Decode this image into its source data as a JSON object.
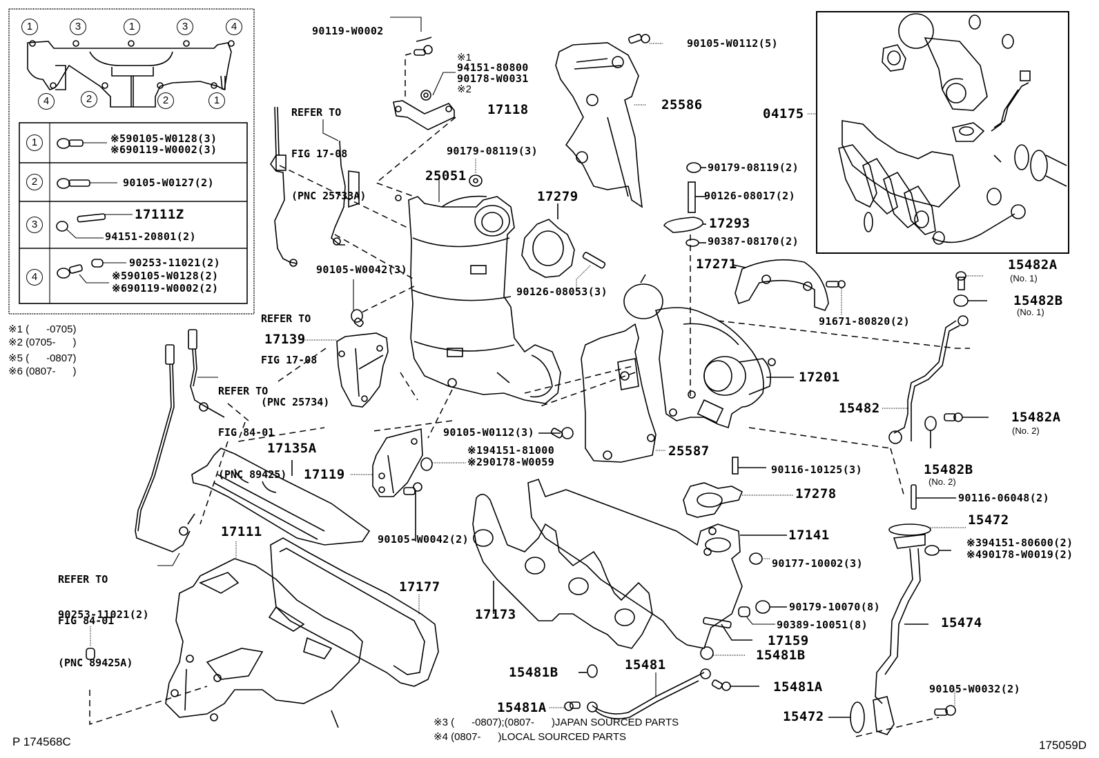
{
  "diagram": {
    "type": "exploded-parts-diagram",
    "subject": "Exhaust manifold, turbocharger and catalytic converter assembly",
    "figure_codes": {
      "left": "P 174568C",
      "right": "175059D"
    }
  },
  "inset": {
    "bolt_position_markers_top": [
      "1",
      "3",
      "1",
      "3",
      "4"
    ],
    "bolt_position_markers_bottom": [
      "4",
      "2",
      "2",
      "1"
    ],
    "table": [
      {
        "key": "1",
        "parts": [
          "※590105-W0128(3)",
          "※690119-W0002(3)"
        ]
      },
      {
        "key": "2",
        "parts": [
          "90105-W0127(2)"
        ]
      },
      {
        "key": "3",
        "parts": [
          "17111Z",
          "94151-20801(2)"
        ]
      },
      {
        "key": "4",
        "parts": [
          "90253-11021(2)",
          "※590105-W0128(2)",
          "※690119-W0002(2)"
        ]
      }
    ]
  },
  "footnotes_left": [
    "※1 (      -0705)",
    "※2 (0705-      )",
    "※5 (      -0807)",
    "※6 (0807-      )"
  ],
  "footnotes_bottom": [
    "※3 (      -0807);(0807-      )JAPAN SOURCED PARTS",
    "※4 (0807-      )LOCAL SOURCED PARTS"
  ],
  "references": [
    {
      "id": "ref-25733a",
      "lines": [
        "REFER TO",
        "FIG 17-08",
        "(PNC 25733A)"
      ]
    },
    {
      "id": "ref-25734",
      "lines": [
        "REFER TO",
        "FIG 17-08",
        "(PNC 25734)"
      ]
    },
    {
      "id": "ref-89425",
      "lines": [
        "REFER TO",
        "FIG 84-01",
        "(PNC 89425)"
      ]
    },
    {
      "id": "ref-89425a",
      "lines": [
        "REFER TO",
        "FIG 84-01",
        "(PNC 89425A)"
      ]
    }
  ],
  "parts": {
    "p90119_w0002": "90119-W0002",
    "p1_note": "※1",
    "p94151_80800": "94151-80800",
    "p90178_w0031": "90178-W0031",
    "p2_note": "※2",
    "p17118": "17118",
    "p90179_08119_3": "90179-08119(3)",
    "p25051": "25051",
    "p17279": "17279",
    "p90105_w0112_5": "90105-W0112(5)",
    "p25586": "25586",
    "p04175": "04175",
    "p90179_08119_2": "90179-08119(2)",
    "p90126_08017_2": "90126-08017(2)",
    "p17293": "17293",
    "p90387_08170_2": "90387-08170(2)",
    "p17271": "17271",
    "p91671_80820_2": "91671-80820(2)",
    "p15482a_1": "15482A",
    "p15482a_1_sub": "(No. 1)",
    "p15482b_1": "15482B",
    "p15482b_1_sub": "(No. 1)",
    "p90105_w0042_3": "90105-W0042(3)",
    "p90126_08053_3": "90126-08053(3)",
    "p17139": "17139",
    "p17201": "17201",
    "p15482": "15482",
    "p15482a_2": "15482A",
    "p15482a_2_sub": "(No. 2)",
    "p15482b_2": "15482B",
    "p15482b_2_sub": "(No. 2)",
    "p90105_w0112_3": "90105-W0112(3)",
    "p194151_81000": "※194151-81000",
    "p290178_w0059": "※290178-W0059",
    "p25587": "25587",
    "p17135a": "17135A",
    "p17119": "17119",
    "p90116_10125_3": "90116-10125(3)",
    "p17278": "17278",
    "p90116_06048_2": "90116-06048(2)",
    "p15472_top": "15472",
    "p394151_80600": "※394151-80600(2)",
    "p490178_w0019": "※490178-W0019(2)",
    "p90105_w0042_2": "90105-W0042(2)",
    "p17141": "17141",
    "p90177_10002_3": "90177-10002(3)",
    "p17111": "17111",
    "p17177": "17177",
    "p17173": "17173",
    "p90179_10070_8": "90179-10070(8)",
    "p90389_10051_8": "90389-10051(8)",
    "p15474": "15474",
    "p90253_11021_2": "90253-11021(2)",
    "p17159": "17159",
    "p15481b_right": "15481B",
    "p15481b_left": "15481B",
    "p15481": "15481",
    "p15481a_right": "15481A",
    "p90105_w0032_2": "90105-W0032(2)",
    "p15481a_left": "15481A",
    "p15472_bottom": "15472"
  }
}
